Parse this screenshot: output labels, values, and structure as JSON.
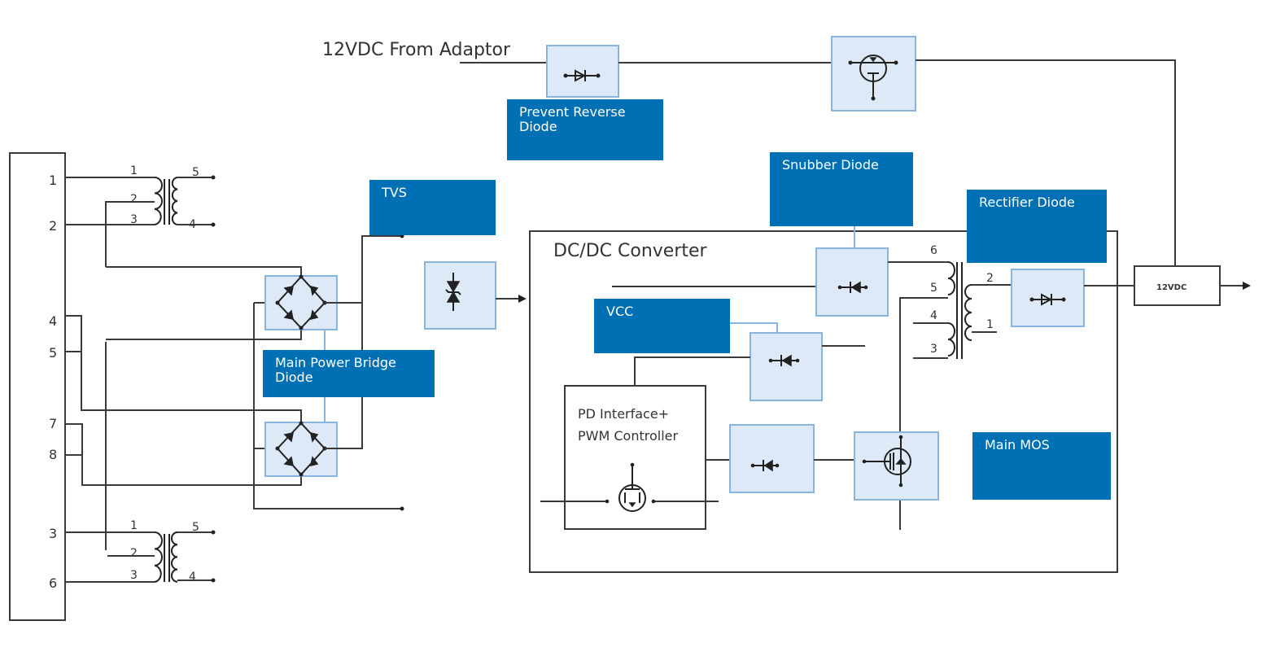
{
  "diagram": {
    "adaptor_input_label": "12VDC From Adaptor",
    "dcdc_title": "DC/DC Converter",
    "controller_label_line1": "PD Interface+",
    "controller_label_line2": "PWM Controller",
    "output_label": "12VDC",
    "connector": {
      "pins": [
        "1",
        "2",
        "4",
        "5",
        "7",
        "8",
        "3",
        "6"
      ]
    },
    "transformer_top": {
      "primary_pins": [
        "1",
        "2",
        "3"
      ],
      "secondary_pins": [
        "5",
        "4"
      ]
    },
    "transformer_bottom": {
      "primary_pins": [
        "1",
        "2",
        "3"
      ],
      "secondary_pins": [
        "5",
        "4"
      ]
    },
    "flyback_transformer": {
      "primary_pins": [
        "6",
        "5",
        "4",
        "3"
      ],
      "secondary_pins": [
        "2",
        "1"
      ]
    }
  },
  "callouts": [
    {
      "id": "prevent-reverse-diode",
      "text": "Prevent Reverse Diode"
    },
    {
      "id": "tvs",
      "text": "TVS"
    },
    {
      "id": "snubber-diode",
      "text": "Snubber Diode"
    },
    {
      "id": "rectifier-diode",
      "text": "Rectifier Diode"
    },
    {
      "id": "main-power-bridge-diode",
      "text": "Main Power Bridge Diode"
    },
    {
      "id": "vcc",
      "text": "VCC"
    },
    {
      "id": "main-mos",
      "text": "Main MOS"
    }
  ],
  "colors": {
    "callout_bg": "#0070b5",
    "component_fill": "#dde9f6",
    "component_border": "#8ab4e0",
    "wire": "#3a3a3a"
  }
}
